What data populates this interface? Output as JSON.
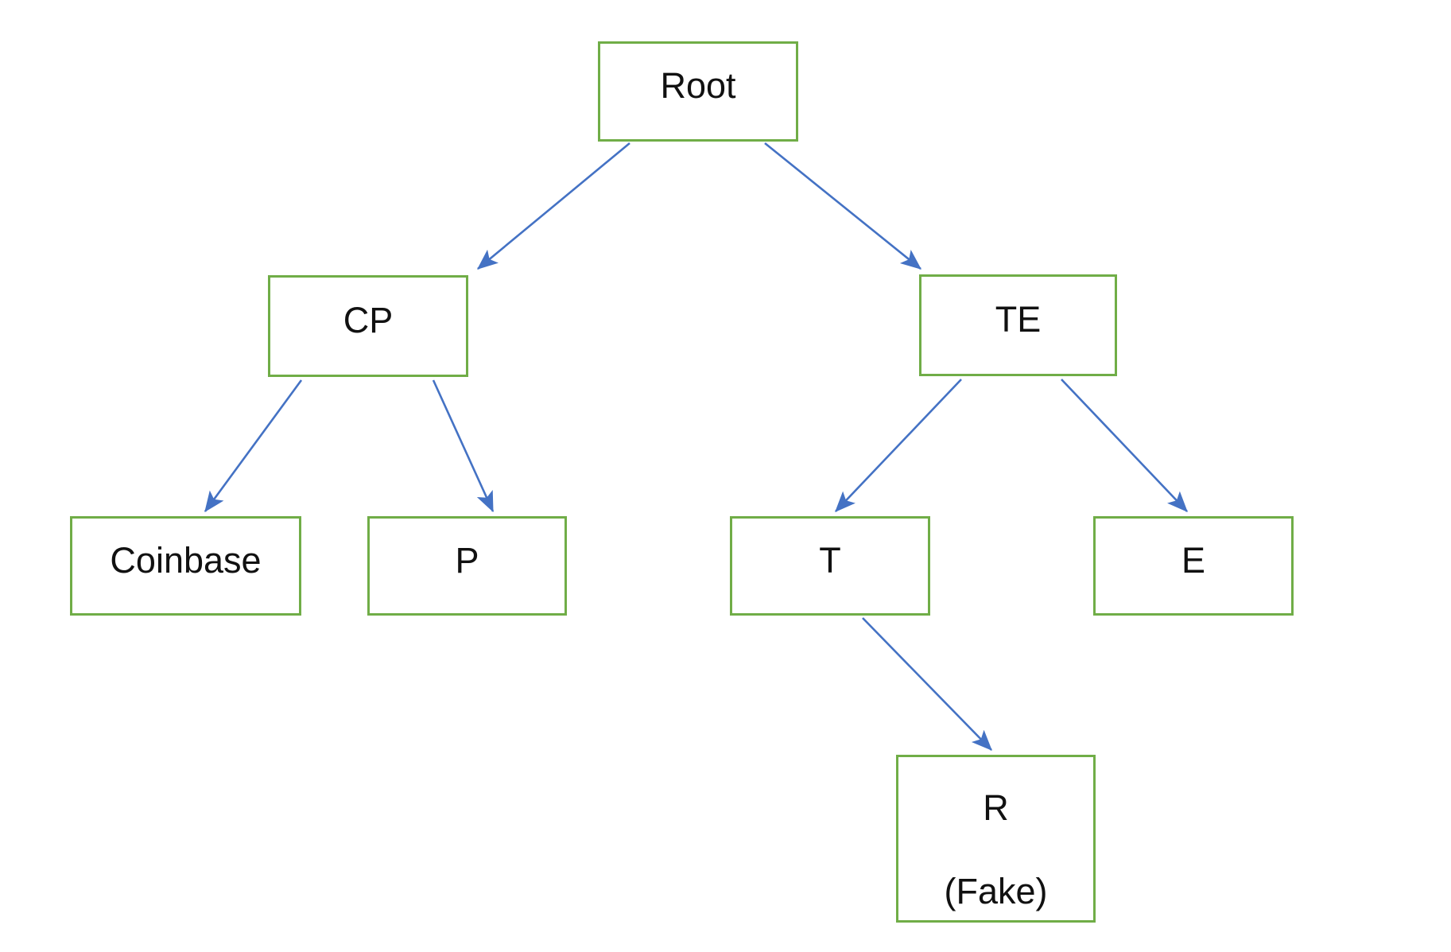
{
  "diagram": {
    "type": "tree",
    "colors": {
      "node_border": "#70AD47",
      "arrow": "#4472C4",
      "text": "#111111",
      "background": "#FFFFFF"
    },
    "nodes": {
      "root": {
        "label": "Root"
      },
      "cp": {
        "label": "CP"
      },
      "te": {
        "label": "TE"
      },
      "coinbase": {
        "label": "Coinbase"
      },
      "p": {
        "label": "P"
      },
      "t": {
        "label": "T"
      },
      "e": {
        "label": "E"
      },
      "r": {
        "label": "R",
        "sublabel": "(Fake)"
      }
    },
    "edges": [
      {
        "from": "root",
        "to": "cp"
      },
      {
        "from": "root",
        "to": "te"
      },
      {
        "from": "cp",
        "to": "coinbase"
      },
      {
        "from": "cp",
        "to": "p"
      },
      {
        "from": "te",
        "to": "t"
      },
      {
        "from": "te",
        "to": "e"
      },
      {
        "from": "t",
        "to": "r"
      }
    ]
  }
}
